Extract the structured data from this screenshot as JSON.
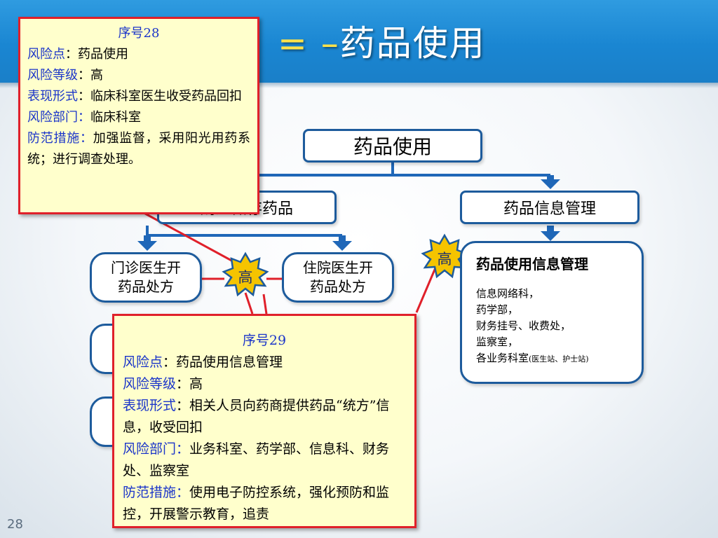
{
  "slide": {
    "title_prefix": "= –",
    "title": "药品使用",
    "page_number": "28"
  },
  "diagram": {
    "root": "药品使用",
    "left_branch": "购进储存药品",
    "right_branch": "药品信息管理",
    "outpatient": [
      "门诊医生开",
      "药品处方"
    ],
    "inpatient": [
      "住院医生开",
      "药品处方"
    ],
    "risk_badge_1": "高",
    "risk_badge_2": "高",
    "info_mgmt": {
      "title": "药品使用信息管理",
      "lines": [
        "信息网络科，",
        "药学部，",
        "财务挂号、收费处，",
        "监察室，"
      ],
      "last_line_main": "各业务科室",
      "last_line_note": "(医生站、护士站)"
    }
  },
  "callout_28": {
    "heading": "序号28",
    "risk_point_label": "风险点",
    "risk_point_value": "：药品使用",
    "risk_level_label": "风险等级",
    "risk_level_value": "：高",
    "form_label": "表现形式",
    "form_value": "：临床科室医生收受药品回扣",
    "dept_label": "风险部门：",
    "dept_value": "临床科室",
    "measure_label": "防范措施：",
    "measure_value": "加强监督，采用阳光用药系统；进行调查处理。"
  },
  "callout_29": {
    "heading": "序号29",
    "risk_point_label": "风险点",
    "risk_point_value": "：药品使用信息管理",
    "risk_level_label": "风险等级",
    "risk_level_value": "：高",
    "form_label": "表现形式",
    "form_value": "：相关人员向药商提供药品“统方”信息，收受回扣",
    "dept_label": "风险部门：",
    "dept_value": "业务科室、药学部、信息科、财务处、监察室",
    "measure_label": "防范措施：",
    "measure_value": "使用电子防控系统，强化预防和监控，开展警示教育，追责"
  },
  "colors": {
    "header": "#1a86d2",
    "box_border": "#1d5b9c",
    "arrow": "#1f67b8",
    "callout_bg": "#ffffcc",
    "callout_border": "#e0202a",
    "label_blue": "#1b35c9",
    "badge_fill": "#f5c400"
  }
}
